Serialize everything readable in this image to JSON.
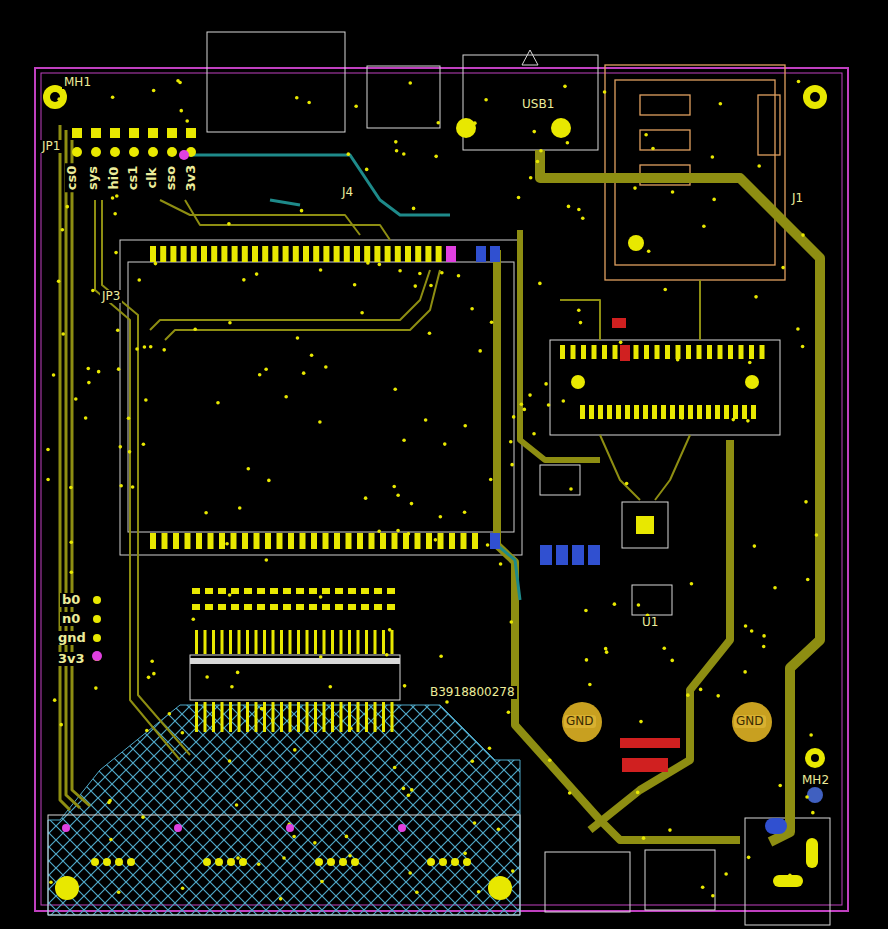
{
  "diagram": {
    "labels": [
      "cs0",
      "sys",
      "hi0",
      "cs1",
      "clk",
      "sso",
      "3v3",
      "JP1",
      "JP3",
      "J4",
      "USB1",
      "J1",
      "b0",
      "n0",
      "gnd",
      "3v3",
      "U1",
      "GND",
      "GND",
      "B3918800278",
      "MH1",
      "MH2"
    ]
  }
}
